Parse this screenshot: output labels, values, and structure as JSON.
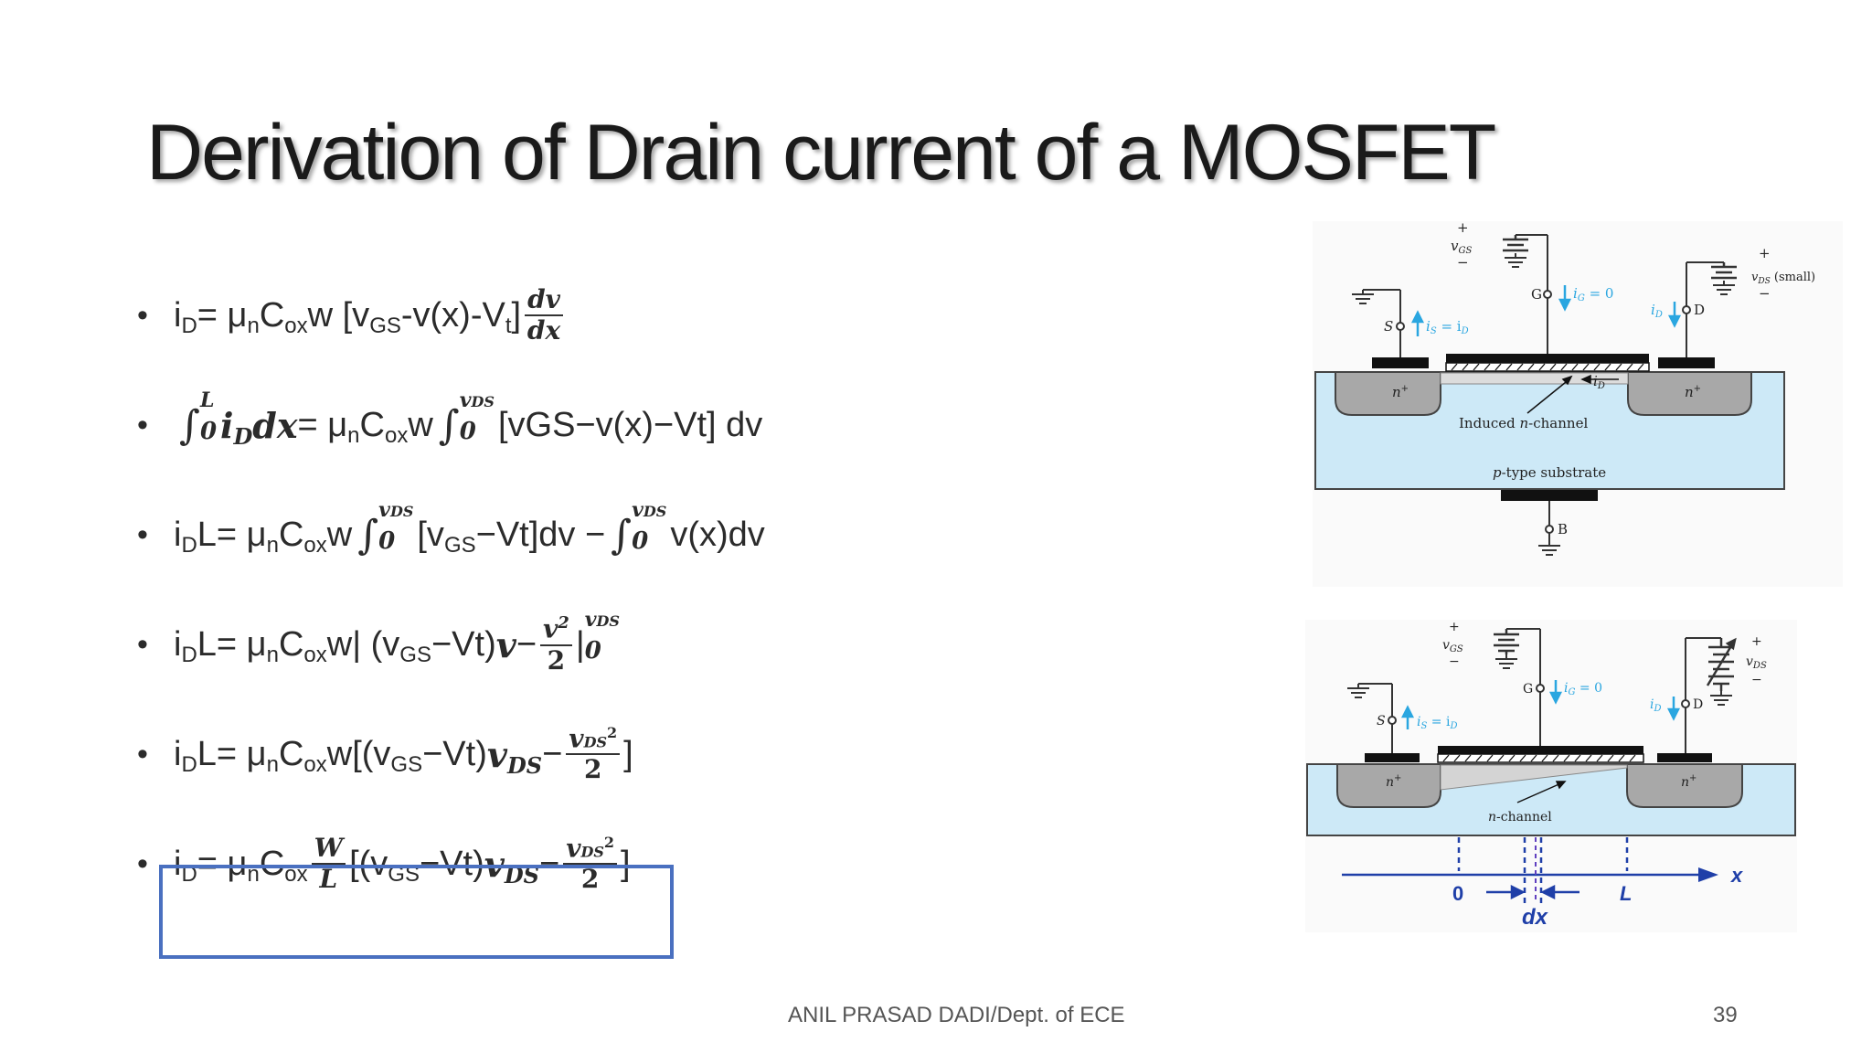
{
  "title": "Derivation of Drain current of a MOSFET",
  "bullet_char": "•",
  "eq": {
    "b1": {
      "a": "i",
      "a_sub": "D",
      "b": " = μ",
      "b_sub": "n",
      "c": " C",
      "c_sub": "ox",
      "d": " w [v",
      "d_sub": "GS",
      "e": "-v(x)-V",
      "e_sub": "t",
      "f": "]",
      "frac_num": "dv",
      "frac_den": "dx"
    },
    "b2": {
      "int_up": "L",
      "int_lo": "0",
      "lhs": "i",
      "lhs_sub": "D",
      "dx": " dx",
      "eq": "= μ",
      "eq_sub": "n",
      "c": " C",
      "c_sub": "ox",
      "w": " w ",
      "int2_up": "v",
      "int2_up_sub": "DS",
      "int2_lo": "0",
      "rest": " [vGS−v(x)−Vt] dv"
    },
    "b3": {
      "a": "i",
      "a_sub": "D",
      "b": "L= μ",
      "b_sub": "n",
      "c": " C",
      "c_sub": "ox",
      "d": " w ",
      "up": "v",
      "up_sub": "DS",
      "lo": "0",
      "e": " [v",
      "e_sub": "GS",
      "f": "−Vt]dv − ",
      "g": " v(x)dv"
    },
    "b4": {
      "a": "i",
      "a_sub": "D",
      "b": "L= μ",
      "b_sub": "n",
      "c": " C",
      "c_sub": "ox",
      "d": " w| (v",
      "d_sub": "GS",
      "e": "−Vt)",
      "v": "v",
      "minus": "−",
      "frac_num": "v",
      "frac_num_sup": "2",
      "frac_den": "2",
      "bar": " |",
      "up": "v",
      "up_sub": "DS",
      "lo": "0"
    },
    "b5": {
      "a": "i",
      "a_sub": "D",
      "b": "L= μ",
      "b_sub": "n",
      "c": " C",
      "c_sub": "ox",
      "d": " w[(v",
      "d_sub": "GS",
      "e": "−Vt)",
      "v": "v",
      "v_sub": "DS",
      "minus": "−",
      "frac_num": "v",
      "frac_num_sub": "DS",
      "frac_num_sup": "2",
      "frac_den": "2",
      "close": "]"
    },
    "b6": {
      "a": "i",
      "a_sub": "D",
      "b": "= μ",
      "b_sub": "n",
      "c": " C",
      "c_sub": "ox",
      "w_num": "W",
      "w_den": "L",
      "d": " [(v",
      "d_sub": "GS",
      "e": "−Vt)",
      "v": "v",
      "v_sub": "DS",
      "minus": "−",
      "frac_num": "v",
      "frac_num_sub": "DS",
      "frac_num_sup": "2",
      "frac_den": "2",
      "close": "]"
    }
  },
  "diagram1": {
    "plus_gs": "+",
    "vgs": "v",
    "vgs_sub": "GS",
    "minus_gs": "−",
    "g": "G",
    "ig": "i",
    "ig_sub": "G",
    "ig_val": " = 0",
    "plus_ds": "+",
    "vds": "v",
    "vds_sub": "DS",
    "vds_note": " (small)",
    "minus_ds": "−",
    "s": "S",
    "is": "i",
    "is_sub": "S",
    "is_eq": " = i",
    "is_eq_sub": "D",
    "id": "i",
    "id_sub": "D",
    "d": "D",
    "n_left": "n",
    "n_right": "n",
    "nplus": "+",
    "id_channel": "i",
    "id_channel_sub": "D",
    "induced": "Induced ",
    "induced_n": "n",
    "induced_rest": "-channel",
    "substrate_p": "p",
    "substrate_rest": "-type substrate",
    "b": "B"
  },
  "diagram2": {
    "plus_gs": "+",
    "vgs": "v",
    "vgs_sub": "GS",
    "minus_gs": "−",
    "g": "G",
    "ig": "i",
    "ig_sub": "G",
    "ig_val": " = 0",
    "plus_ds": "+",
    "vds": "v",
    "vds_sub": "DS",
    "minus_ds": "−",
    "s": "S",
    "is": "i",
    "is_sub": "S",
    "is_eq": " = i",
    "is_eq_sub": "D",
    "id": "i",
    "id_sub": "D",
    "d": "D",
    "n_left": "n",
    "n_right": "n",
    "nplus": "+",
    "channel_n": "n",
    "channel_rest": "-channel",
    "axis_x": "x",
    "axis_0": "0",
    "axis_dx": "dx",
    "axis_L": "L"
  },
  "footer": {
    "author": "ANIL PRASAD DADI/Dept. of ECE",
    "page": "39"
  },
  "colors": {
    "substrate": "#cde9f7",
    "nregion": "#a8a8a8",
    "box": "#4a70c0",
    "current_arrow": "#2aa6e0",
    "axis": "#1f3fa8"
  }
}
